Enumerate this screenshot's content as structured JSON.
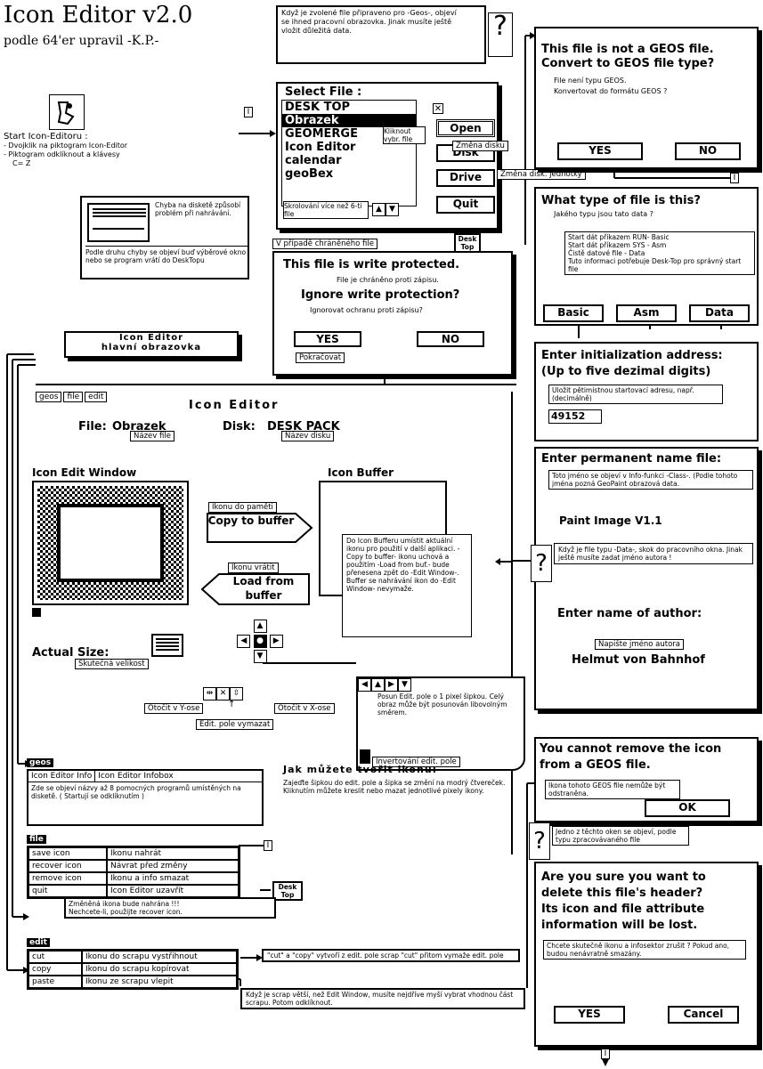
{
  "header": {
    "title": "Icon Editor v2.0",
    "subtitle": "podle 64'er upravil -K.P.-"
  },
  "start": {
    "title": "Start Icon-Editoru :",
    "line1": "- Dvojklik na piktogram Icon-Editor",
    "line2": "- Piktogram odklíknout a klávesy",
    "line3": "C= Z"
  },
  "top_note": {
    "text": "Když je zvolené file připraveno pro -Geos-, objeví se ihned pracovní obrazovka. Jinak musíte ještě vložit důležitá data."
  },
  "select_file": {
    "title": "Select File :",
    "items": [
      "DESK TOP",
      "Obrazek",
      "GEOMERGE",
      "Icon Editor",
      "calendar",
      "geoBex"
    ],
    "click_note": "Kliknout vybr. file",
    "scroll_note": "Skrolování více než 6-ti file",
    "open": "Open",
    "disk": "Disk",
    "drive": "Drive",
    "quit": "Quit",
    "change_disk": "Změna disku",
    "change_drive": "Změna disk. jednotky",
    "desk_top": "Desk Top"
  },
  "disk_error": {
    "text1": "Chyba na disketě způsobí problém při nahrávání.",
    "text2": "Podle druhu chyby se objeví buď výběrové okno nebo se program vrátí do DeskTopu"
  },
  "write_protect": {
    "tag": "V případě chráněného file",
    "title": "This file is write protected.",
    "sub": "File je chráněno proti zápisu.",
    "question": "Ignore write protection?",
    "question_sub": "Ignorovat ochranu proti zápisu?",
    "yes": "YES",
    "no": "NO",
    "continue": "Pokračovat"
  },
  "main_screen_label": {
    "line1": "Icon Editor",
    "line2": "hlavní obrazovka"
  },
  "editor": {
    "menu": [
      "geos",
      "file",
      "edit"
    ],
    "title": "Icon Editor",
    "file_label": "File:",
    "file_value": "Obrazek",
    "disk_label": "Disk:",
    "disk_value": "DESK PACK",
    "file_name_tag": "Název file",
    "disk_name_tag": "Název disku",
    "edit_window": "Icon Edit Window",
    "icon_buffer": "Icon Buffer",
    "copy_tag": "Ikonu do paměti",
    "copy_btn": "Copy to buffer",
    "load_tag": "Ikonu vrátit",
    "load_btn": "Load from buffer",
    "buffer_note": "Do Icon Bufferu umístit aktuální ikonu pro použití v další aplikaci. -Copy to buffer- ikonu uchová a použitím -Load from buf.- bude přenesena zpět do -Edit Window-. Buffer se nahrávání ikon do -Edit Window- nevymaže.",
    "actual_size": "Actual Size:",
    "actual_size_tag": "Skutečná velikost",
    "flip_y": "Otočit v Y-ose",
    "flip_x": "Otočit v X-ose",
    "clear": "Edit. pole vymazat",
    "move_note": "Posun Edit. pole o 1 pixel šipkou. Celý obraz může být posunován libovolným směrem.",
    "invert": "Invertování edit. pole"
  },
  "geos_menu": {
    "tag": "geos",
    "item1": "Icon Editor Info",
    "item2": "Icon Editor Infobox",
    "note": "Zde se objeví názvy až 8 pomocných programů umístěných na disketě. ( Startují se odklíknutím )"
  },
  "how_draw": {
    "title": "Jak můžete tvořit ikonu:",
    "text": "Zajeďte šipkou do edit. pole a šipka se změní na modrý čtvereček. Kliknutím můžete kreslit nebo mazat jednotlivé pixely ikony."
  },
  "file_menu": {
    "tag": "file",
    "rows": [
      [
        "save icon",
        "Ikonu nahrát"
      ],
      [
        "recover icon",
        "Návrat před změny"
      ],
      [
        "remove icon",
        "Ikonu a info smazat"
      ],
      [
        "quit",
        "Icon Editor uzavřít"
      ]
    ],
    "note1": "Změněná ikona bude nahrána !!!",
    "note2": "Nechcete-li, použijte recover icon.",
    "desk_top": "Desk Top"
  },
  "edit_menu": {
    "tag": "edit",
    "rows": [
      [
        "cut",
        "Ikonu do scrapu vystřihnout"
      ],
      [
        "copy",
        "Ikonu do scrapu kopírovat"
      ],
      [
        "paste",
        "Ikonu ze scrapu vlepit"
      ]
    ],
    "note_cut": "\"cut\" a \"copy\" vytvoří z edit. pole scrap \"cut\" přitom vymaže edit. pole",
    "note_paste": "Když je scrap větší, než Edit Window, musíte nejdříve myší vybrat vhodnou část scrapu. Potom odklíknout."
  },
  "convert": {
    "title1": "This file is not a GEOS file.",
    "title2": "Convert to GEOS file type?",
    "sub1": "File není typu GEOS.",
    "sub2": "Konvertovat do formátu GEOS ?",
    "yes": "YES",
    "no": "NO"
  },
  "file_type": {
    "title": "What type of file is this?",
    "sub": "Jakého typu jsou tato data ?",
    "line1": "Start dát příkazem RUN- Basic",
    "line2": "Start dát příkazem SYS - Asm",
    "line3": "Čistě datové file - Data",
    "line4": "Tuto informaci potřebuje Desk-Top pro správný start file",
    "basic": "Basic",
    "asm": "Asm",
    "data": "Data"
  },
  "init_addr": {
    "title1": "Enter initialization address:",
    "title2": "(Up to five dezimal digits)",
    "note": "Uložit pětimístnou startovací adresu, např. (decimálně)",
    "value": "49152"
  },
  "perm_name": {
    "title": "Enter permanent name file:",
    "note": "Toto jméno se objeví v Info-funkci -Class-. (Podle tohoto jména pozná GeoPaint obrazová data.",
    "value": "Paint Image V1.1",
    "q_note": "Když je file typu -Data-, skok do pracovního okna. Jinak ještě musíte zadat jméno autora !",
    "author_title": "Enter name of author:",
    "author_tag": "Napište jméno autora",
    "author_value": "Helmut von Bahnhof"
  },
  "cannot_remove": {
    "title1": "You cannot remove the icon",
    "title2": "from a GEOS file.",
    "note": "Ikona tohoto GEOS file nemůže být odstraněna.",
    "ok": "OK",
    "q_note": "Jedno z těchto oken se objeví, podle typu zpracovávaného file"
  },
  "delete_header": {
    "line1": "Are you sure you want to",
    "line2": "delete this file's header?",
    "line3": "Its icon and file attribute",
    "line4": "information will be lost.",
    "note": "Chcete skutečně ikonu a infosektor zrušit ? Pokud ano, budou nenávratně smazány.",
    "yes": "YES",
    "cancel": "Cancel"
  },
  "marker": "I",
  "qmark": "?",
  "arrows": {
    "up": "▲",
    "down": "▼",
    "left": "◀",
    "right": "▶",
    "hflip": "⇹",
    "x": "✕",
    "vflip": "⇳",
    "up_small": "↑"
  }
}
